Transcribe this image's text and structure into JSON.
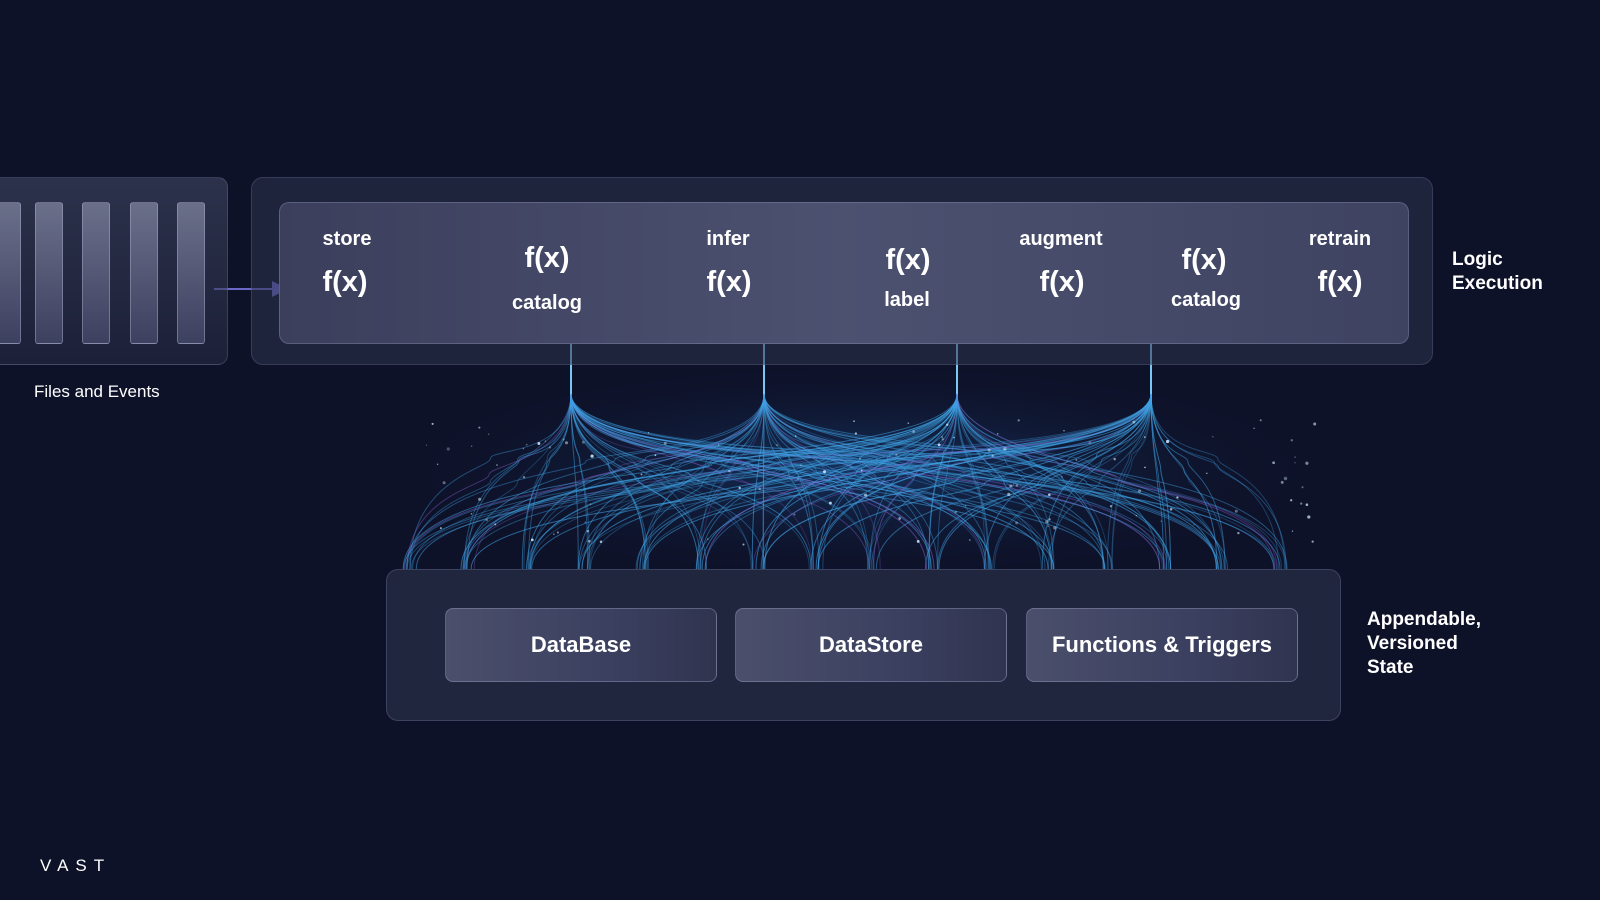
{
  "files": {
    "label": "Files and Events",
    "bar_count": 5
  },
  "logic": {
    "label_line1": "Logic",
    "label_line2": "Execution",
    "stages": [
      {
        "op": "store",
        "fx": "f(x)"
      },
      {
        "op": "catalog",
        "fx": "f(x)"
      },
      {
        "op": "infer",
        "fx": "f(x)"
      },
      {
        "op": "label",
        "fx": "f(x)"
      },
      {
        "op": "augment",
        "fx": "f(x)"
      },
      {
        "op": "catalog",
        "fx": "f(x)"
      },
      {
        "op": "retrain",
        "fx": "f(x)"
      }
    ]
  },
  "state": {
    "label_line1": "Appendable,",
    "label_line2": "Versioned",
    "label_line3": "State",
    "stores": [
      "DataBase",
      "DataStore",
      "Functions & Triggers"
    ]
  },
  "brand": {
    "logo": "VAST"
  },
  "colors": {
    "background": "#0e1229",
    "arrow": "#6c68c8",
    "fiber": "#3fa3e6",
    "fiber_accent": "#8a5fd0"
  }
}
